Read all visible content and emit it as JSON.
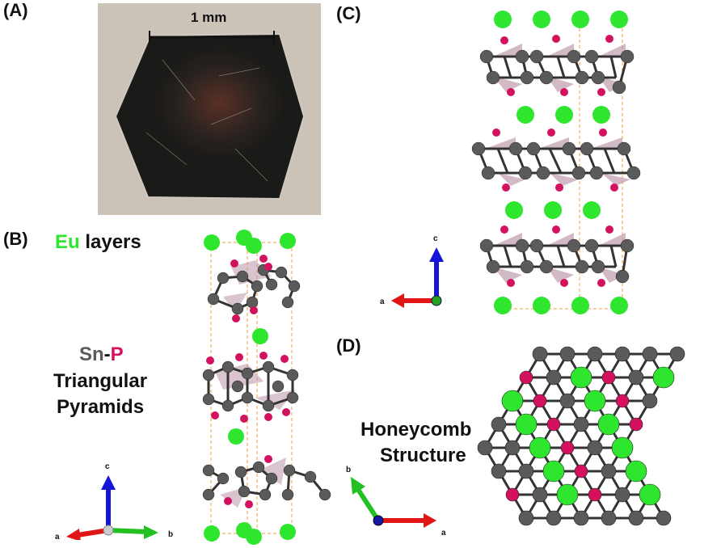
{
  "panels": {
    "a": {
      "label": "(A)",
      "scale_bar_text": "1 mm"
    },
    "b": {
      "label": "(B)",
      "eu_word": "Eu",
      "layers_word": "layers",
      "sn_word": "Sn",
      "dash": "-",
      "p_word": "P",
      "triangular_word": "Triangular",
      "pyramids_word": "Pyramids",
      "axes": {
        "c": "c",
        "a": "a",
        "b": "b"
      }
    },
    "c": {
      "label": "(C)",
      "axes": {
        "c": "c",
        "a": "a"
      }
    },
    "d": {
      "label": "(D)",
      "honeycomb_word": "Honeycomb",
      "structure_word": "Structure",
      "axes": {
        "b": "b",
        "a": "a"
      }
    }
  },
  "colors": {
    "eu": "#2ee62e",
    "sn": "#5a5a5a",
    "p": "#d4115f",
    "pyramid_fill": "#b48aa0",
    "axis_c": "#1515d8",
    "axis_a": "#e01515",
    "axis_b": "#22c022",
    "cell_line": "#f0a040"
  }
}
